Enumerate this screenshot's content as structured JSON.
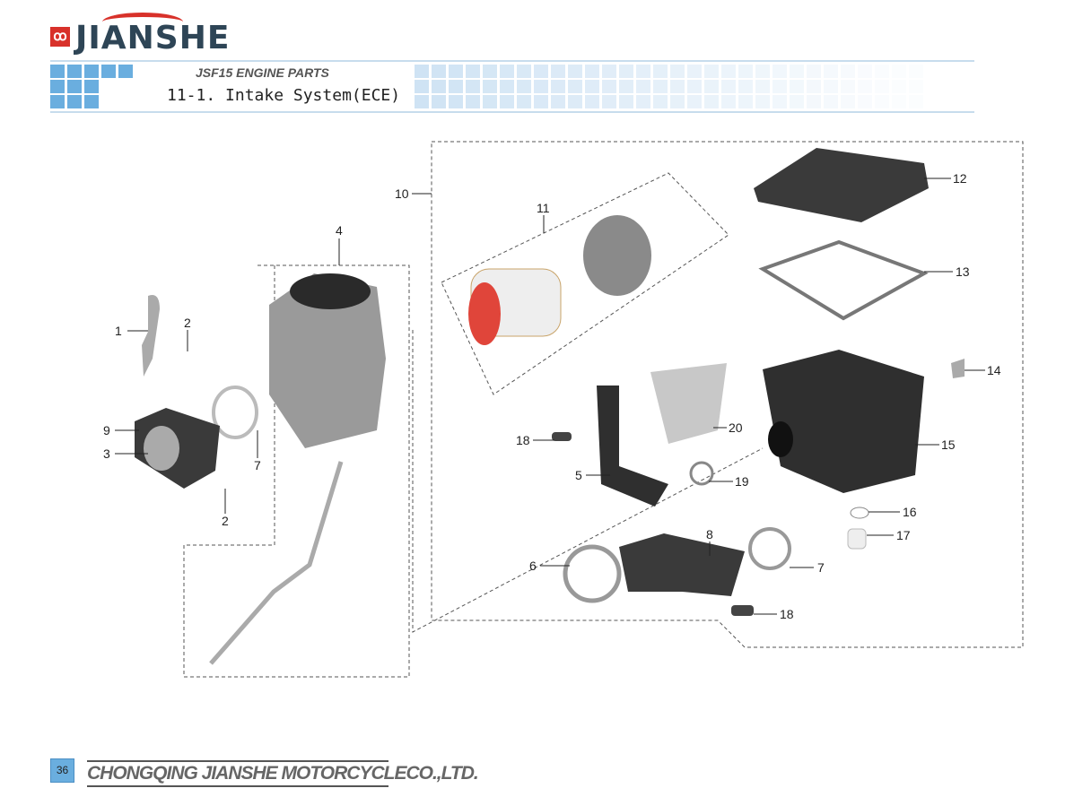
{
  "brand": {
    "name": "JIANSHE",
    "color": "#2e4556",
    "accent": "#d8312a"
  },
  "header": {
    "subtitle": "JSF15 ENGINE PARTS",
    "title": "11-1. Intake System(ECE)"
  },
  "callouts": {
    "c1": "1",
    "c2a": "2",
    "c2b": "2",
    "c3": "3",
    "c4": "4",
    "c5": "5",
    "c6": "6",
    "c7a": "7",
    "c7b": "7",
    "c8": "8",
    "c9": "9",
    "c10": "10",
    "c11": "11",
    "c12": "12",
    "c13": "13",
    "c14": "14",
    "c15": "15",
    "c16": "16",
    "c17": "17",
    "c18a": "18",
    "c18b": "18",
    "c19": "19",
    "c20": "20"
  },
  "footer": {
    "page_number": "36",
    "company": "CHONGQING JIANSHE MOTORCYCLECO.,LTD."
  }
}
